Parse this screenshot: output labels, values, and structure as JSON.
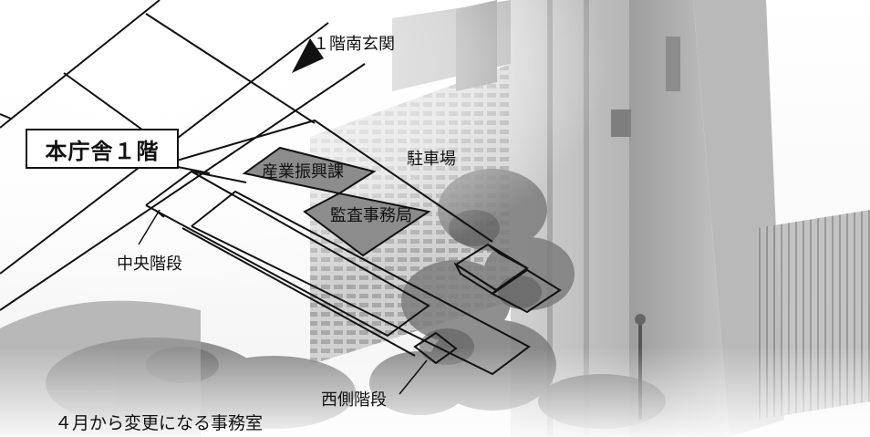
{
  "map": {
    "floor_title": "本庁舎１階",
    "entrance_label": "１階南玄関",
    "parking_label": "駐車場",
    "rooms": [
      {
        "name": "産業振興課"
      },
      {
        "name": "監査事務局"
      }
    ],
    "stairs": {
      "central": "中央階段",
      "west": "西側階段"
    },
    "caption": "４月から変更になる事務室"
  },
  "colors": {
    "room_fill": "#8c8c8c",
    "outline": "#111111",
    "label_bg": "#ffffff"
  }
}
